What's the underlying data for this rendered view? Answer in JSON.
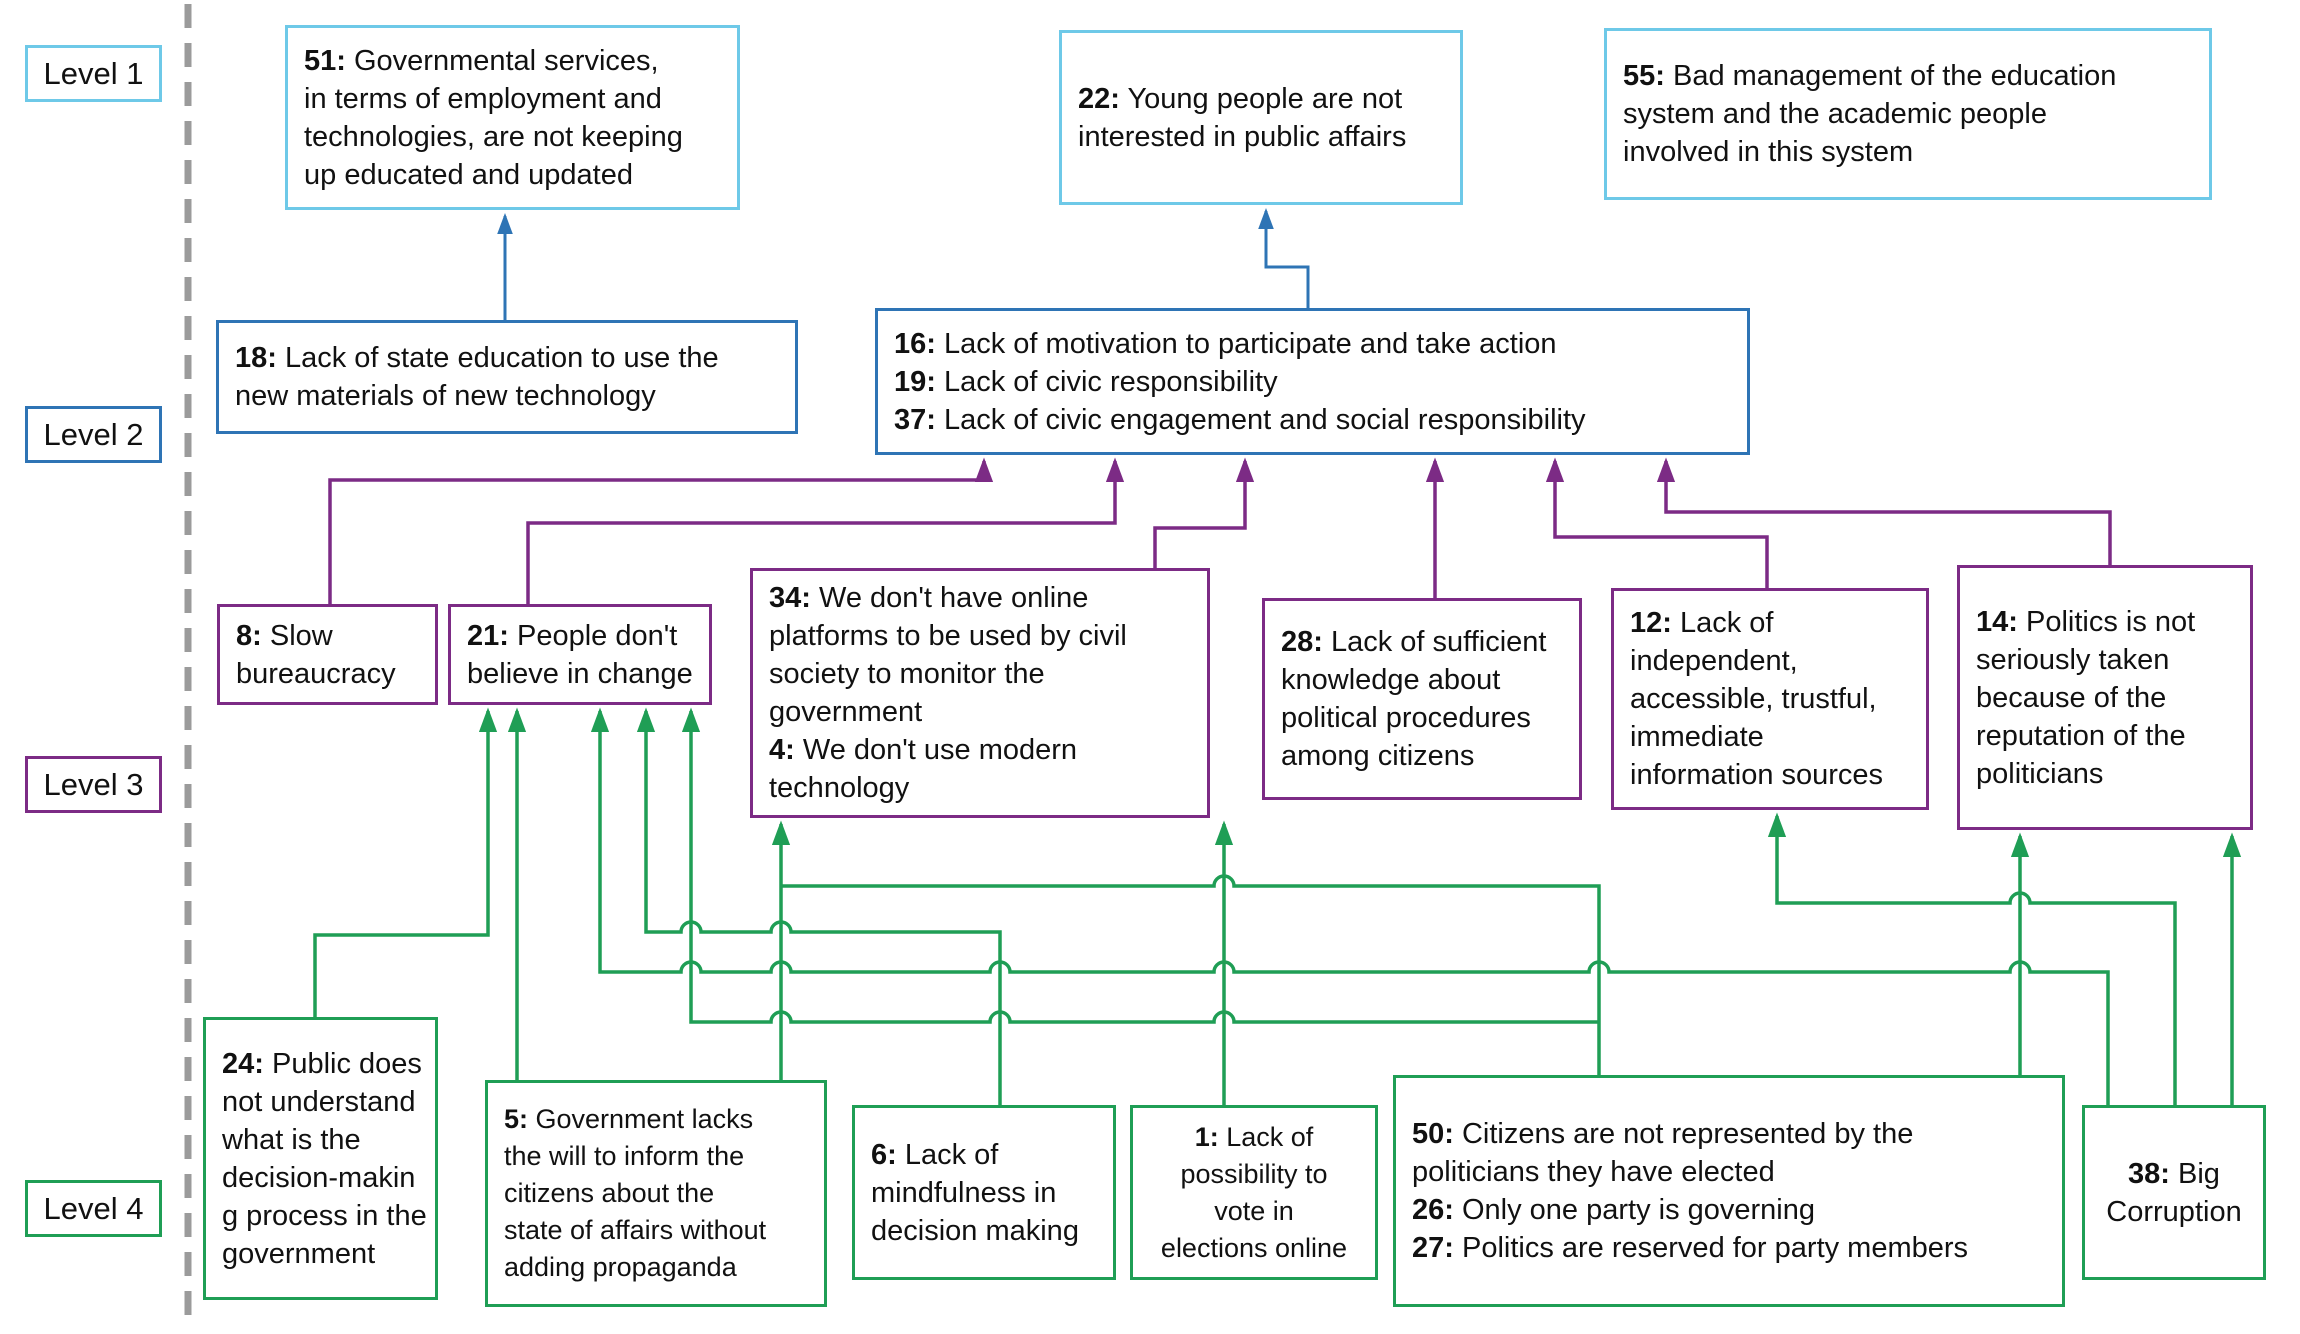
{
  "title": "",
  "levels": [
    {
      "label": "Level 1",
      "color": "#6ec9e8"
    },
    {
      "label": "Level 2",
      "color": "#2e74b5"
    },
    {
      "label": "Level 3",
      "color": "#7c2b85"
    },
    {
      "label": "Level 4",
      "color": "#1f9e55"
    }
  ],
  "colors": {
    "level1_border": "#6ec9e8",
    "level2_border": "#2e74b5",
    "level3_border": "#7c2b85",
    "level4_border": "#1f9e55",
    "dashed_divider": "#9b9b9b",
    "background": "#ffffff",
    "text": "#111111"
  },
  "boxes": [
    {
      "id": "51",
      "level": 1,
      "lines": [
        "51: Governmental services,",
        "in terms of employment and",
        "technologies, are not keeping",
        "up educated and updated"
      ]
    },
    {
      "id": "22",
      "level": 1,
      "lines": [
        "22: Young people are not",
        "interested in public affairs"
      ]
    },
    {
      "id": "55",
      "level": 1,
      "lines": [
        "55: Bad management of the education",
        "system and the academic people",
        "involved in this system"
      ]
    },
    {
      "id": "18",
      "level": 2,
      "lines": [
        "18: Lack of state education to use the",
        "new materials of new technology"
      ]
    },
    {
      "id": "16",
      "level": 2,
      "lines": [
        "16: Lack of motivation to participate and take action",
        "19: Lack of civic responsibility",
        "37: Lack of civic engagement and social responsibility"
      ]
    },
    {
      "id": "8",
      "level": 3,
      "lines": [
        "8: Slow",
        "bureaucracy"
      ]
    },
    {
      "id": "21",
      "level": 3,
      "lines": [
        "21: People don't",
        "believe in change"
      ]
    },
    {
      "id": "34",
      "level": 3,
      "lines": [
        "34: We don't have online",
        "platforms to be used by civil",
        "society to monitor the",
        "government",
        "4: We don't use modern",
        "technology"
      ]
    },
    {
      "id": "28",
      "level": 3,
      "lines": [
        "28: Lack of sufficient",
        "knowledge about",
        "political procedures",
        "among citizens"
      ]
    },
    {
      "id": "12",
      "level": 3,
      "lines": [
        "12: Lack of",
        "independent,",
        "accessible, trustful,",
        "immediate",
        "information sources"
      ]
    },
    {
      "id": "14",
      "level": 3,
      "lines": [
        "14: Politics is not",
        "seriously taken",
        "because of the",
        "reputation of the",
        "politicians"
      ]
    },
    {
      "id": "24",
      "level": 4,
      "lines": [
        "24: Public does",
        "not understand",
        "what is the",
        "decision-makin",
        "g process in the",
        "government"
      ]
    },
    {
      "id": "5",
      "level": 4,
      "lines": [
        "5: Government lacks",
        "the will to inform the",
        "citizens about the",
        "state of affairs without",
        "adding propaganda"
      ]
    },
    {
      "id": "6",
      "level": 4,
      "lines": [
        "6: Lack of",
        "mindfulness in",
        "decision making"
      ]
    },
    {
      "id": "1",
      "level": 4,
      "lines": [
        "1: Lack of",
        "possibility to",
        "vote in",
        "elections online"
      ]
    },
    {
      "id": "50",
      "level": 4,
      "lines": [
        "50: Citizens are not represented by the",
        "politicians they have elected",
        "26: Only one party is governing",
        "27: Politics are reserved for party members"
      ]
    },
    {
      "id": "38",
      "level": 4,
      "lines": [
        "38: Big",
        "Corruption"
      ]
    }
  ],
  "edges": [
    {
      "from": "18",
      "to": "51",
      "color": "blue"
    },
    {
      "from": "16",
      "to": "22",
      "color": "blue"
    },
    {
      "from": "8",
      "to": "16",
      "color": "purple"
    },
    {
      "from": "21",
      "to": "16",
      "color": "purple"
    },
    {
      "from": "34",
      "to": "16",
      "color": "purple"
    },
    {
      "from": "28",
      "to": "16",
      "color": "purple"
    },
    {
      "from": "12",
      "to": "16",
      "color": "purple"
    },
    {
      "from": "14",
      "to": "16",
      "color": "purple"
    },
    {
      "from": "24",
      "to": "21",
      "color": "green"
    },
    {
      "from": "5",
      "to": "21",
      "color": "green"
    },
    {
      "from": "5",
      "to": "34",
      "color": "green"
    },
    {
      "from": "6",
      "to": "21",
      "color": "green"
    },
    {
      "from": "1",
      "to": "34",
      "color": "green"
    },
    {
      "from": "50",
      "to": "34",
      "color": "green"
    },
    {
      "from": "50",
      "to": "21",
      "color": "green"
    },
    {
      "from": "50",
      "to": "14",
      "color": "green"
    },
    {
      "from": "38",
      "to": "21",
      "color": "green"
    },
    {
      "from": "38",
      "to": "12",
      "color": "green"
    },
    {
      "from": "38",
      "to": "14",
      "color": "green"
    }
  ]
}
